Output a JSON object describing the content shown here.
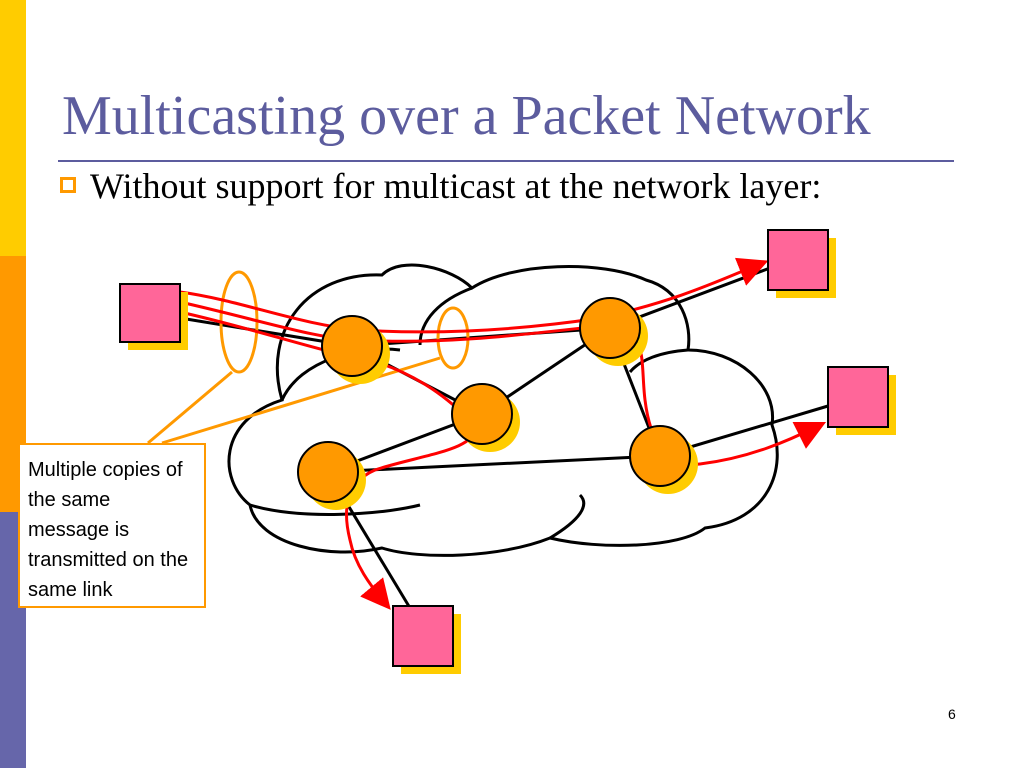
{
  "slide": {
    "title": "Multicasting over a Packet Network",
    "bullet": "Without support for multicast at the network layer:",
    "callout": "Multiple copies of the same message is transmitted on the same link",
    "page_number": "6"
  },
  "colors": {
    "title": "#5c5c9e",
    "sidebar": [
      "#ffcc00",
      "#ff9900",
      "#6666aa"
    ],
    "router_fill": "#ff9900",
    "router_shadow": "#ffcc00",
    "host_fill": "#ff6699",
    "host_shadow": "#ffcc00",
    "path": "#ff0000",
    "highlight": "#ff9900"
  },
  "icons": {
    "bullet": "hollow-square-bullet",
    "routers": "router-circle",
    "hosts": "host-square"
  }
}
